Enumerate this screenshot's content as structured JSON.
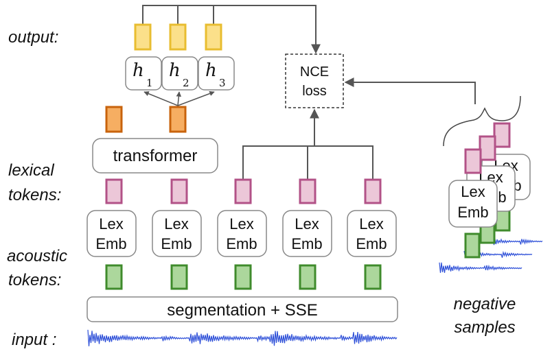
{
  "labels": {
    "output": "output:",
    "lexical_line1": "lexical",
    "lexical_line2": "tokens:",
    "acoustic_line1": "acoustic",
    "acoustic_line2": "tokens:",
    "input": "input :",
    "negative_line1": "negative",
    "negative_line2": "samples"
  },
  "blocks": {
    "transformer": "transformer",
    "segmentation": "segmentation + SSE",
    "nce_line1": "NCE",
    "nce_line2": "loss",
    "lex_line1": "Lex",
    "lex_line2": "Emb"
  },
  "heads": [
    {
      "symbol": "h",
      "sub": "1"
    },
    {
      "symbol": "h",
      "sub": "2"
    },
    {
      "symbol": "h",
      "sub": "3"
    }
  ],
  "colors": {
    "output_fill": "#fbe08a",
    "output_stroke": "#e8bd30",
    "orange_fill": "#f6ae62",
    "orange_stroke": "#c8630c",
    "pink_fill": "#ecc7d8",
    "pink_stroke": "#b25287",
    "green_fill": "#acd79c",
    "green_stroke": "#3f8b2c",
    "wave": "#2d4fd8",
    "line": "#555555"
  }
}
